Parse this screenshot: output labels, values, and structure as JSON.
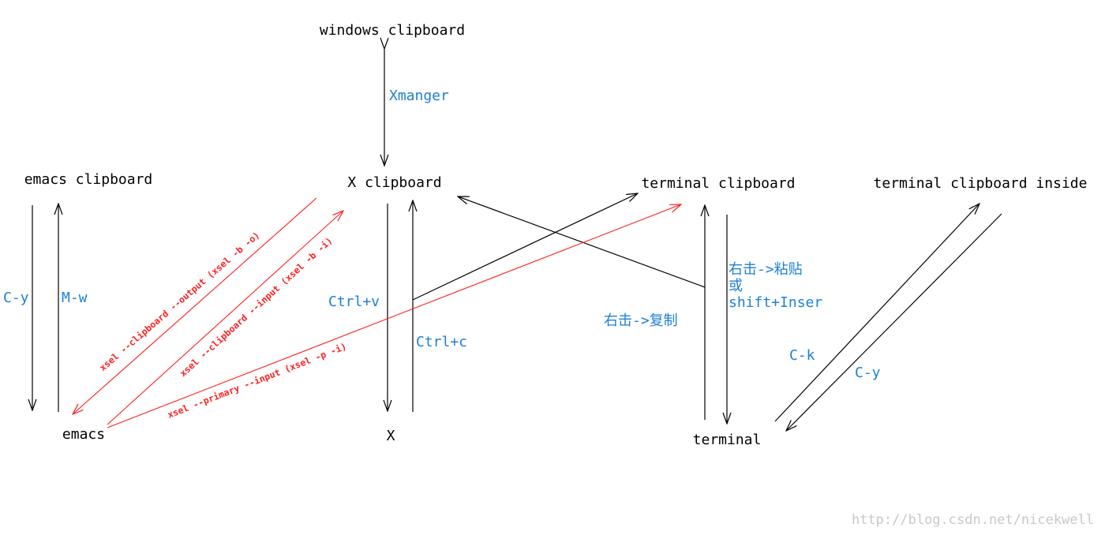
{
  "nodes": {
    "windows_clipboard": "windows clipboard",
    "x_clipboard": "X clipboard",
    "emacs_clipboard": "emacs clipboard",
    "terminal_clipboard": "terminal clipboard",
    "terminal_clipboard_inside": "terminal clipboard inside",
    "emacs": "emacs",
    "x": "X",
    "terminal": "terminal"
  },
  "edge_labels": {
    "xmanger": "Xmanger",
    "emacs_c_y": "C-y",
    "emacs_m_w": "M-w",
    "x_ctrl_v": "Ctrl+v",
    "x_ctrl_c": "Ctrl+c",
    "term_copy": "右击->复制",
    "term_paste_line1": "右击->粘贴",
    "term_paste_line2": "或",
    "term_paste_line3": "shift+Inser",
    "inside_c_k": "C-k",
    "inside_c_y": "C-y",
    "xsel_output": "xsel --clipboard --output (xsel -b -o)",
    "xsel_input": "xsel --clipboard --input (xsel -b -i)",
    "xsel_primary": "xsel --primary --input (xsel -p -i)"
  },
  "watermark": "http://blog.csdn.net/nicekwell",
  "colors": {
    "black": "#000000",
    "blue": "#1e7fd6",
    "red": "#ff2020",
    "watermark": "#c8c8c8"
  }
}
